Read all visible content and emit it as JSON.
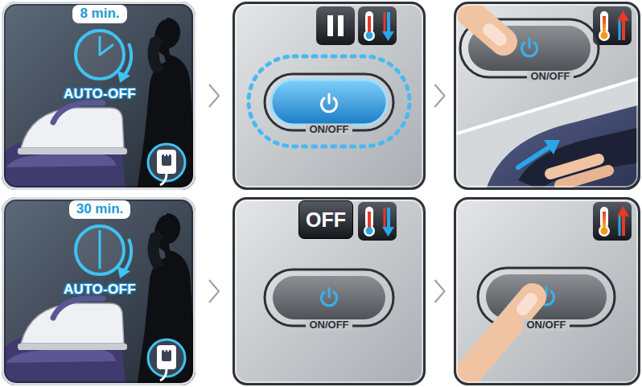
{
  "diagram": {
    "nodes": [
      {
        "text": [
          "AUTO-OFF"
        ]
      },
      {
        "text": [
          "8 min."
        ],
        "in": 0
      },
      {
        "text": [
          "ON/OFF"
        ]
      },
      {
        "text": [
          "ON/OFF"
        ]
      },
      {
        "text": [
          "AUTO-OFF"
        ]
      },
      {
        "text": [
          "30 min."
        ],
        "in": 4
      },
      {
        "text": [
          "ON/OFF"
        ]
      },
      {
        "text": [
          "OFF"
        ],
        "in": 6
      },
      {
        "text": [
          "ON/OFF"
        ]
      }
    ],
    "edges": [
      {
        "from": 0,
        "to": 2,
        "arrow": "to"
      },
      {
        "from": 2,
        "to": 3,
        "arrow": "to"
      },
      {
        "from": 4,
        "to": 6,
        "arrow": "to"
      },
      {
        "from": 6,
        "to": 8,
        "arrow": "to"
      }
    ]
  }
}
